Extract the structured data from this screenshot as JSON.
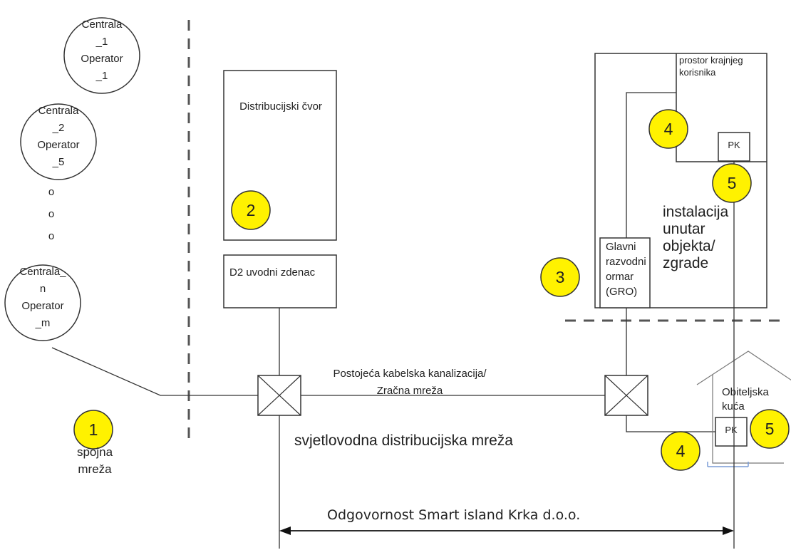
{
  "centrals": [
    {
      "lines": [
        "Centrala",
        "_1",
        "Operator",
        "_1"
      ]
    },
    {
      "lines": [
        "Centrala",
        "_2",
        "Operator",
        "_5"
      ]
    },
    {
      "lines": [
        "Centrala_",
        "n",
        "Operator",
        "_m"
      ]
    }
  ],
  "dots": [
    "o",
    "o",
    "o"
  ],
  "distribution_node": "Distribucijski čvor",
  "d2_well": "D2 uvodni zdenac",
  "end_user_space": "prostor krajnjeg korisnika",
  "gro": "Glavni razvodni ormar (GRO)",
  "installation": "instalacija unutar objekta/ zgrade",
  "pk": "PK",
  "family_house": "Obiteljska kuća",
  "existing_canal": "Postojeća kabelska kanalizacija/ Zračna mreža",
  "fiber_network": "svjetlovodna distribucijska mreža",
  "connecting_network": "spojna mreža",
  "responsibility": "Odgovornost Smart island Krka d.o.o.",
  "badges": {
    "b1": "1",
    "b2": "2",
    "b3": "3",
    "b4a": "4",
    "b4b": "4",
    "b5a": "5",
    "b5b": "5"
  },
  "colors": {
    "badge": "#fff200",
    "line": "#333333",
    "dash": "#555555",
    "house_blue": "#7a9cd6"
  }
}
